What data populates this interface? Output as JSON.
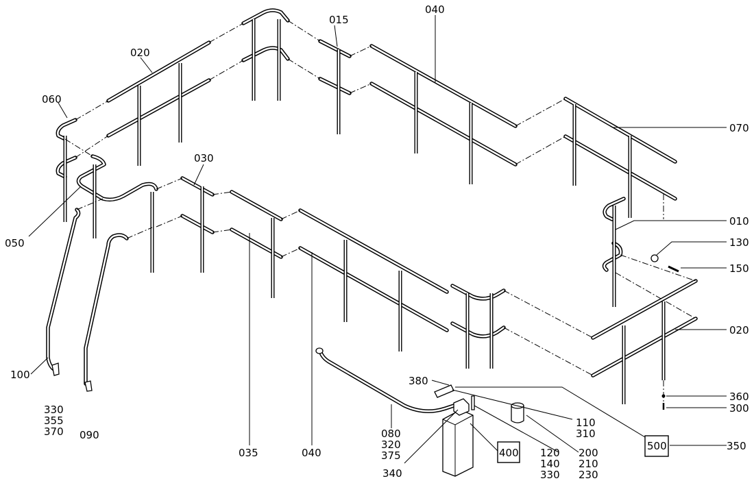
{
  "callouts": {
    "c015": "015",
    "c040_top": "040",
    "c020_top": "020",
    "c060": "060",
    "c070": "070",
    "c030": "030",
    "c010": "010",
    "c050": "050",
    "c130": "130",
    "c150": "150",
    "c020_right": "020",
    "c100": "100",
    "c330_left": "330",
    "c355": "355",
    "c370": "370",
    "c090": "090",
    "c035": "035",
    "c040_bottom": "040",
    "c080": "080",
    "c320": "320",
    "c375": "375",
    "c380": "380",
    "c340": "340",
    "c400": "400",
    "c110": "110",
    "c310": "310",
    "c120": "120",
    "c140": "140",
    "c330_right": "330",
    "c200": "200",
    "c210": "210",
    "c230": "230",
    "c360": "360",
    "c300": "300",
    "c500": "500",
    "c350": "350"
  }
}
